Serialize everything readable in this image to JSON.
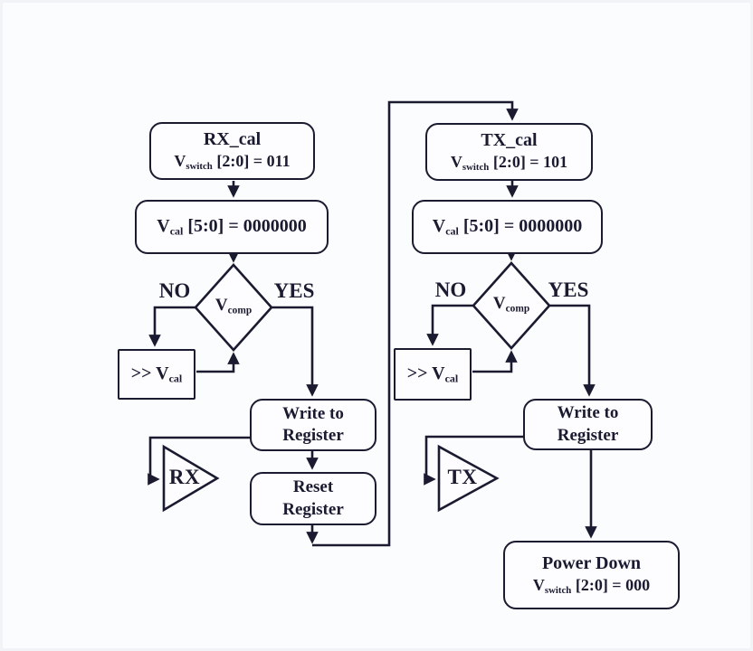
{
  "canvas": {
    "ink": "#1a1a30",
    "background": "#fbfcfe",
    "node_fill": "#fdfdff"
  },
  "left_flow": {
    "start_title": "RX_cal",
    "start_v": "V",
    "start_sub": "switch",
    "start_rest": " [2:0] = 011",
    "init_v": "V",
    "init_sub": "cal",
    "init_rest": " [5:0] = 0000000",
    "no_label": "NO",
    "yes_label": "YES",
    "comp_v": "V",
    "comp_sub": "comp",
    "shift_op": ">>",
    "shift_v": " V",
    "shift_sub": "cal",
    "write_line1": "Write to",
    "write_line2": "Register",
    "reset_line1": "Reset",
    "reset_line2": "Register",
    "amp_label": "RX"
  },
  "right_flow": {
    "start_title": "TX_cal",
    "start_v": "V",
    "start_sub": "switch",
    "start_rest": " [2:0] = 101",
    "init_v": "V",
    "init_sub": "cal",
    "init_rest": " [5:0] = 0000000",
    "no_label": "NO",
    "yes_label": "YES",
    "comp_v": "V",
    "comp_sub": "comp",
    "shift_op": ">>",
    "shift_v": " V",
    "shift_sub": "cal",
    "write_line1": "Write to",
    "write_line2": "Register",
    "amp_label": "TX",
    "power_line1": "Power Down",
    "power_v": "V",
    "power_sub": "switch",
    "power_rest": " [2:0] = 000"
  }
}
